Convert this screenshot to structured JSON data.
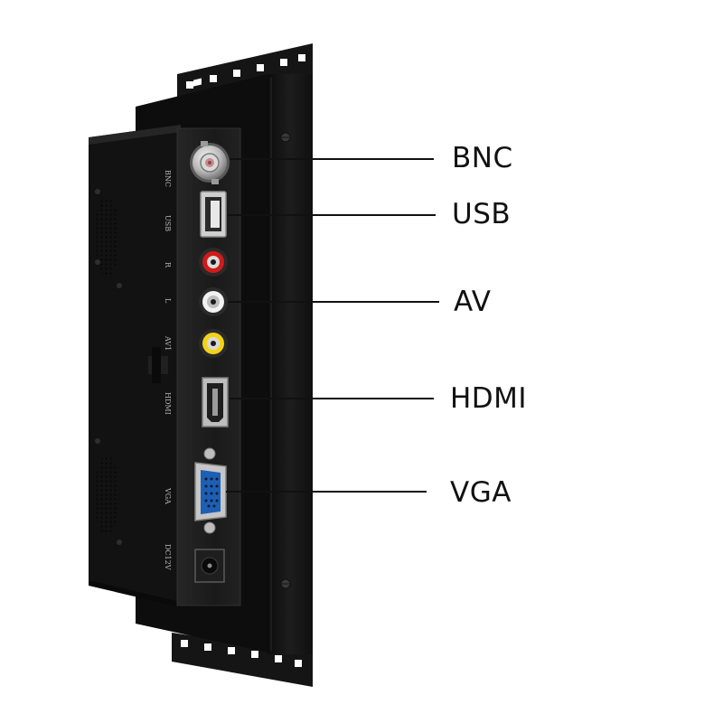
{
  "callouts": {
    "bnc": "BNC",
    "usb": "USB",
    "av": "AV",
    "hdmi": "HDMI",
    "vga": "VGA"
  },
  "port_labels": {
    "bnc": "BNC",
    "usb": "USB",
    "r": "R",
    "l": "L",
    "av1": "AV1",
    "hdmi": "HDMI",
    "vga": "VGA",
    "dc": "DC12V"
  },
  "colors": {
    "background": "#ffffff",
    "chassis": "#1c1c1c",
    "panel": "#141414",
    "leader_line": "#111111",
    "rca_red": "#d11a1a",
    "rca_white": "#f2f2f2",
    "rca_yellow": "#f2d21a",
    "vga_blue": "#1d5fb3"
  }
}
